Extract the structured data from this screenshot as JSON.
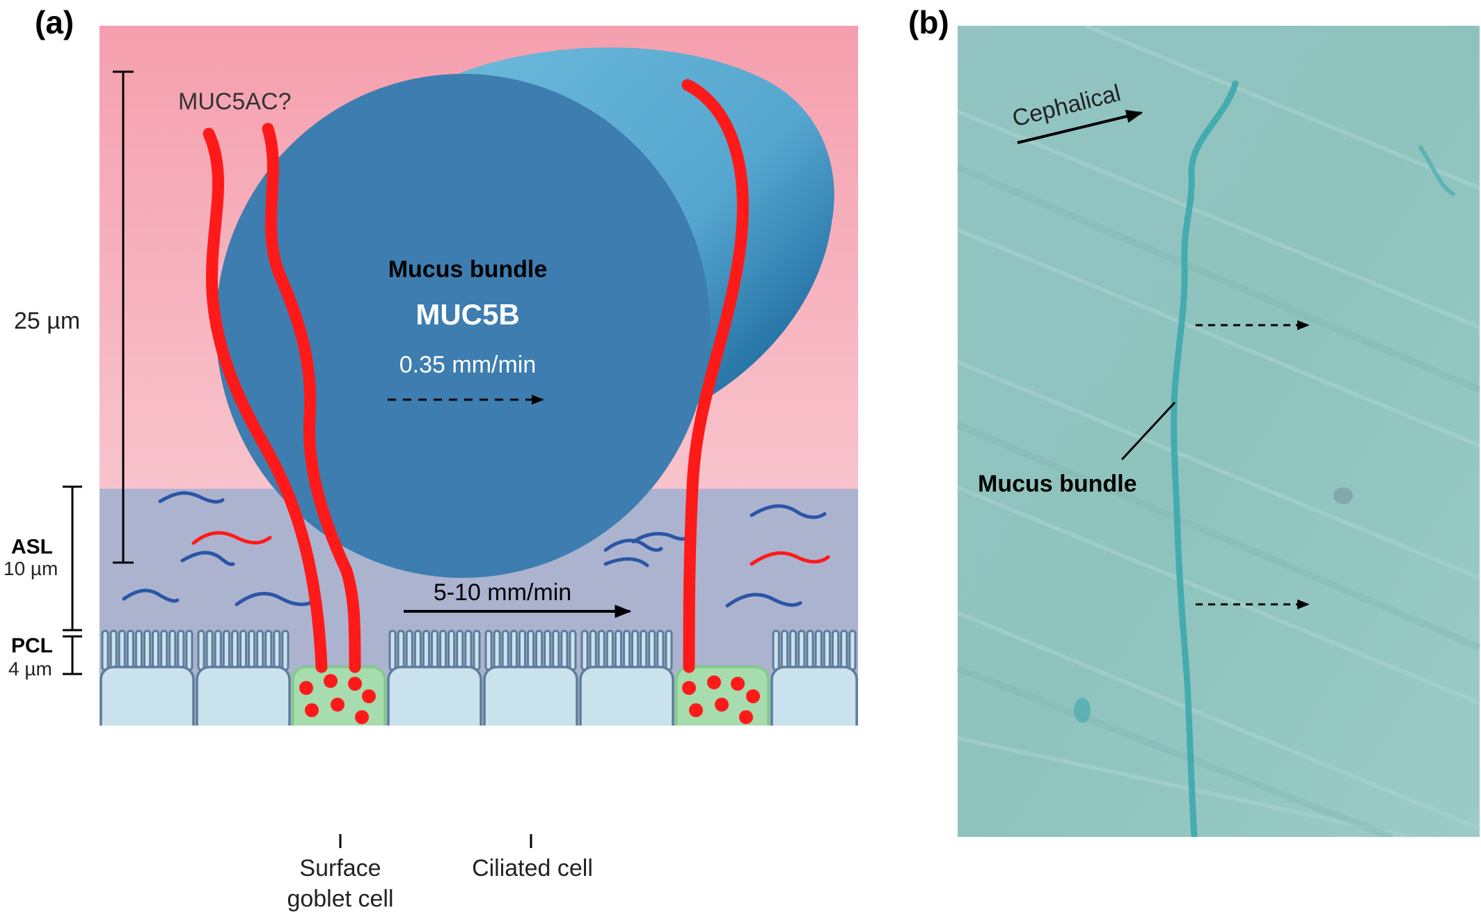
{
  "panel_a": {
    "label": "(a)",
    "scale_25": "25 µm",
    "asl_label": "ASL",
    "asl_size": "10 µm",
    "pcl_label": "PCL",
    "pcl_size": "4 µm",
    "muc5ac": "MUC5AC?",
    "bundle_title": "Mucus bundle",
    "bundle_muc": "MUC5B",
    "bundle_speed": "0.35 mm/min",
    "asl_speed": "5-10 mm/min",
    "goblet_line1": "Surface",
    "goblet_line2": "goblet cell",
    "ciliated": "Ciliated cell",
    "colors": {
      "mucus_top": "#f4a2b0",
      "asl_layer": "#acb3cf",
      "bundle_face": "#3e7db0",
      "bundle_side": "#62b0d3",
      "polymer_red": "#ff1a1a",
      "polymer_blue": "#2b55a4",
      "ciliated_cell": "#c9e2ed",
      "goblet_cell": "#a6dcae"
    }
  },
  "panel_b": {
    "label": "(b)",
    "direction": "Cephalical",
    "bundle_label": "Mucus bundle",
    "colors": {
      "background": "#8fc3c0",
      "bundle": "#3ca9ad"
    }
  }
}
